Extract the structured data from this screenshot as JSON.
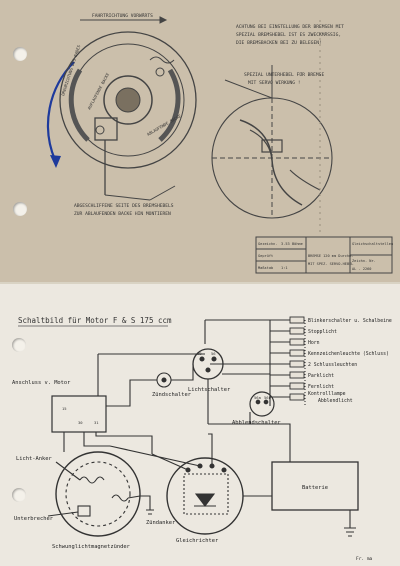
{
  "top_sheet": {
    "direction_label": "FAHRTRICHTUNG VORWÄRTS",
    "arc_label_outer": "DREHRICHTUNG DES RADES",
    "arc_label_inner": "AUFLAUFENDE BACKE",
    "arc_label_inner2": "ABLAUFENDE BACKE",
    "note_lines": [
      "ACHTUNG BEI EINSTELLUNG DER BREMSEN MIT",
      "SPEZIAL BREMSHEBEL IST ES ZWECKMÄSSIG,",
      "DIE BREMSBACKEN BEI ZU BELEGEN!"
    ],
    "lever_label_lines": [
      "SPEZIAL UNTERHEBEL FÜR BREMSE",
      "MIT SERVO WIRKUNG !"
    ],
    "bottom_note_lines": [
      "ABGESCHLIFFENE SEITE DES BREMSHEBELS",
      "ZUR ABLAUFENDEN BACKE HIN MONTIEREN"
    ],
    "title_block": {
      "rows": [
        [
          "Gezeichn.",
          "3.53",
          "Böhme"
        ],
        [
          "Geprüft",
          "",
          ""
        ],
        [
          "Maßstab",
          "1:1",
          ""
        ]
      ],
      "part_name_lines": [
        "BREMSE 120 mm Durchm.",
        "MIT SPEZ. SERVO-HEBEL"
      ],
      "right_lines": [
        "Gleichschaltstellen",
        "Zeichn. Nr.",
        "AL - 2260"
      ]
    }
  },
  "bottom_sheet": {
    "title": "Schaltbild für Motor F & S 175 ccm",
    "labels": {
      "anschluss": "Anschluss v. Motor",
      "zuendschalter": "Zündschalter",
      "lichtschalter": "Lichtschalter",
      "abblendschalter": "Abblendschalter",
      "licht_anker": "Licht-Anker",
      "unterbrecher": "Unterbrecher",
      "zuendanker": "Zündanker",
      "schwunglicht": "Schwunglichtmagnetzünder",
      "gleichrichter": "Gleichrichter",
      "batterie": "Batterie",
      "signature": "Fr. ma"
    },
    "load_items": [
      "Blinkerschalter u. Schalbeine",
      "Stopplicht",
      "Horn",
      "Kennzeichenleuchte (Schluss)",
      "2 Schlussleuchten",
      "Parklicht",
      "Fernlicht",
      "Abblendlicht"
    ],
    "load_item_extra": "Kontrolllampe",
    "terminal_labels": [
      "58",
      "56",
      "56a",
      "56b",
      "15",
      "30",
      "31"
    ]
  }
}
